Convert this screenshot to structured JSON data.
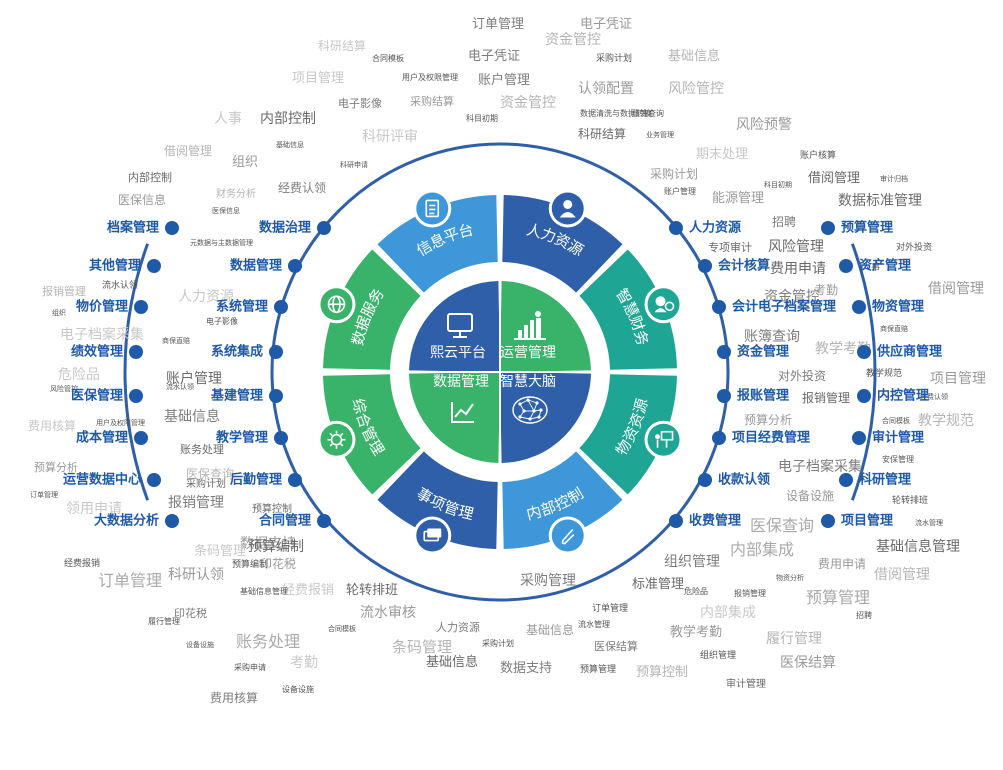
{
  "colors": {
    "dark_blue": "#2f5fa8",
    "mid_blue": "#3d97d9",
    "teal": "#1ea594",
    "green": "#39b36a",
    "label_blue": "#1f5aa8",
    "cloud_gray": "#9a9a9a"
  },
  "ring_segments": [
    {
      "label": "信息平台",
      "icon": "document-icon",
      "color": "#3d97d9"
    },
    {
      "label": "人力资源",
      "icon": "person-icon",
      "color": "#2f5fa8"
    },
    {
      "label": "智慧财务",
      "icon": "finance-icon",
      "color": "#1ea594"
    },
    {
      "label": "物资资源",
      "icon": "presenter-icon",
      "color": "#1ea594"
    },
    {
      "label": "内部控制",
      "icon": "paperclip-icon",
      "color": "#3d97d9"
    },
    {
      "label": "事项管理",
      "icon": "cards-icon",
      "color": "#2f5fa8"
    },
    {
      "label": "综合管理",
      "icon": "gear-icon",
      "color": "#39b36a"
    },
    {
      "label": "数据服务",
      "icon": "globe-icon",
      "color": "#39b36a"
    }
  ],
  "core": [
    {
      "label": "熙云平台",
      "icon": "monitor-icon",
      "color": "#2f5fa8"
    },
    {
      "label": "运营管理",
      "icon": "growth-icon",
      "color": "#39b36a"
    },
    {
      "label": "数据管理",
      "icon": "line-chart-icon",
      "color": "#39b36a"
    },
    {
      "label": "智慧大脑",
      "icon": "brain-icon",
      "color": "#2f5fa8"
    }
  ],
  "inner_left_labels": [
    "数据治理",
    "数据管理",
    "系统管理",
    "系统集成",
    "基建管理",
    "教学管理",
    "后勤管理",
    "合同管理"
  ],
  "inner_right_labels": [
    "人力资源",
    "会计核算",
    "会计电子档案管理",
    "资金管理",
    "报账管理",
    "项目经费管理",
    "收款认领",
    "收费管理"
  ],
  "outer_left_labels": [
    "档案管理",
    "其他管理",
    "物价管理",
    "绩效管理",
    "医保管理",
    "成本管理",
    "运营数据中心",
    "大数据分析"
  ],
  "outer_right_labels": [
    "预算管理",
    "资产管理",
    "物资管理",
    "供应商管理",
    "内控管理",
    "审计管理",
    "科研管理",
    "项目管理"
  ],
  "word_cloud": [
    "订单管理",
    "电子凭证",
    "资金管控",
    "科研结算",
    "合同模板",
    "电子凭证",
    "采购计划",
    "基础信息",
    "项目管理",
    "用户及权限管理",
    "账户管理",
    "认领配置",
    "风险管控",
    "人事",
    "内部控制",
    "电子影像",
    "采购结算",
    "资金管控",
    "科目初期",
    "数据清洗与数据转换",
    "账簿查询",
    "风险预警",
    "借阅管理",
    "科研评审",
    "科研结算",
    "业务管理",
    "组织",
    "科研申请",
    "期末处理",
    "内部控制",
    "经费认领",
    "采购计划",
    "账户核算",
    "基础信息",
    "借阅管理",
    "审计归档",
    "医保信息",
    "财务分析",
    "账户管理",
    "数据标准管理",
    "医保信息",
    "能源管理",
    "科目初期",
    "元数据与主数据管理",
    "专项审计",
    "招聘",
    "对外投资",
    "报销管理",
    "人力资源",
    "风险管理",
    "人事",
    "借阅管理",
    "流水认领",
    "电子影像",
    "费用申请",
    "资金管控",
    "考勤",
    "组织",
    "电子档案采集",
    "商保直赔",
    "账簿查询",
    "商保直赔",
    "教学考勤",
    "危险品",
    "账户管理",
    "对外投资",
    "项目管理",
    "风险管控",
    "流水认领",
    "报销管理",
    "教学规范",
    "经费认领",
    "教学规范",
    "费用核算",
    "用户及权限管理",
    "基础信息",
    "预算分析",
    "合同模板",
    "安保管理",
    "账务处理",
    "电子档案采集",
    "预算分析",
    "医保查询",
    "订单管理",
    "采购计划",
    "报销管理",
    "设备设施",
    "轮转排班",
    "领用申请",
    "预算控制",
    "流水管理",
    "数据支持",
    "经费报销",
    "条码管理",
    "预算编制",
    "组织管理",
    "印花税",
    "医保查询",
    "内部集成",
    "基础信息管理",
    "订单管理",
    "科研认领",
    "预算编制",
    "经费报销",
    "轮转排班",
    "采购管理",
    "费用申请",
    "借阅管理",
    "履行管理",
    "标准管理",
    "基础信息管理",
    "预算管理",
    "物资分析",
    "危险品",
    "报销管理",
    "印花税",
    "流水审核",
    "订单管理",
    "内部集成",
    "招聘",
    "人力资源",
    "基础信息",
    "流水管理",
    "账务处理",
    "采购计划",
    "医保结算",
    "教学考勤",
    "履行管理",
    "合同模板",
    "设备设施",
    "组织管理",
    "医保结算",
    "条码管理",
    "考勤",
    "基础信息",
    "数据支持",
    "预算管理",
    "预算控制",
    "采购申请",
    "审计管理",
    "费用核算",
    "设备设施"
  ]
}
